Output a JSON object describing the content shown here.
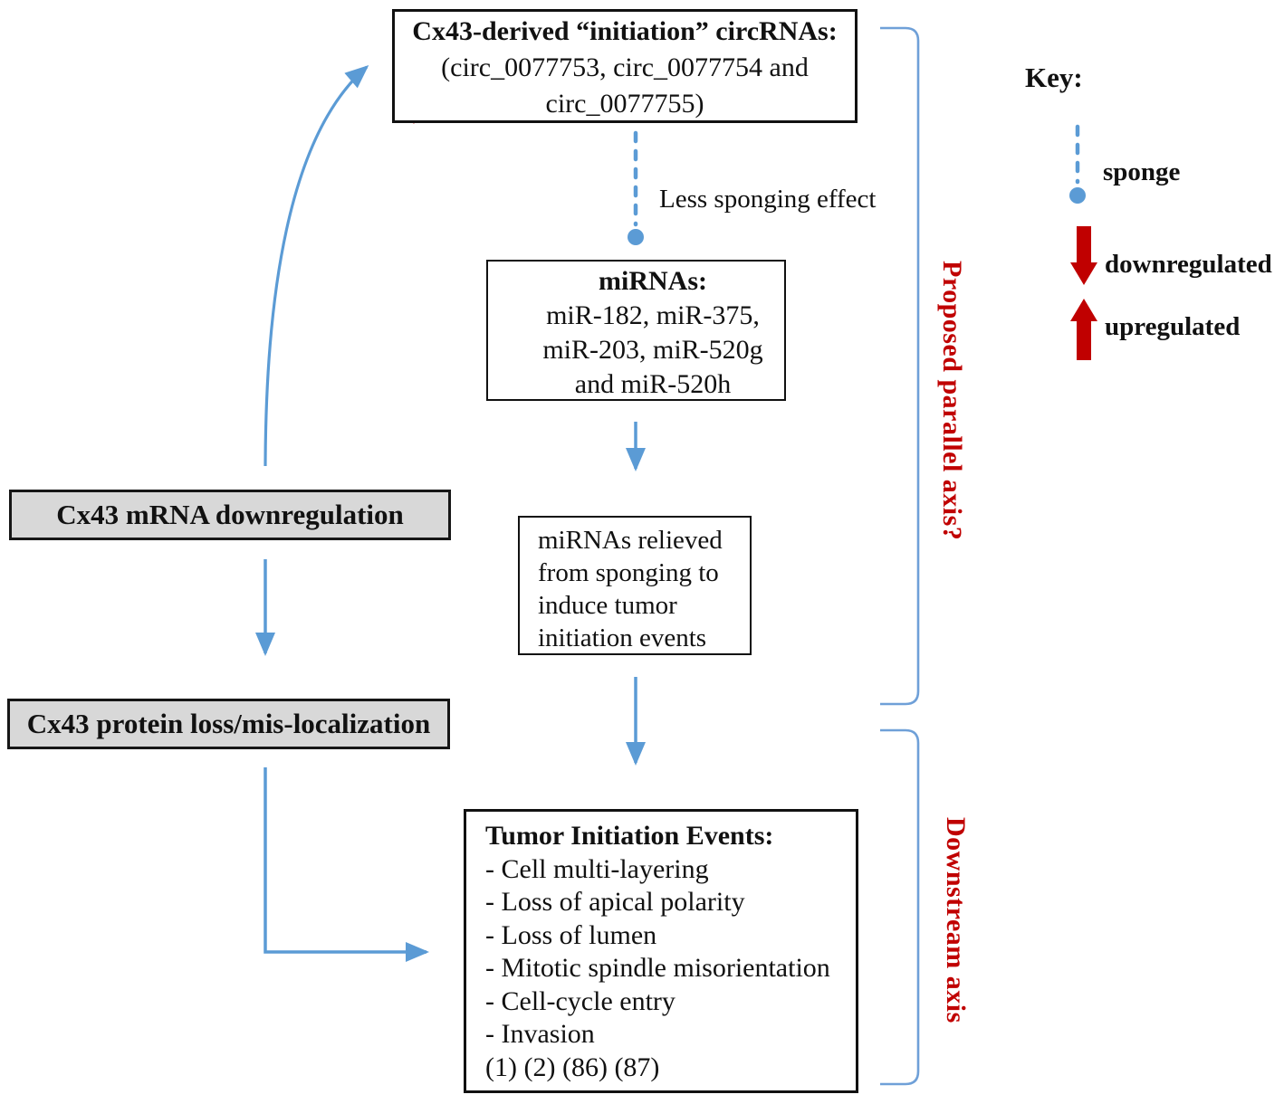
{
  "colors": {
    "arrow_blue": "#5B9BD5",
    "bracket_blue": "#6FA0D8",
    "regulation_red": "#C00000",
    "axis_label_red": "#C00000",
    "gray_box_fill": "#D8D8D8"
  },
  "icons": {
    "downregulated_arrow": "red-down-block-arrow",
    "upregulated_arrow": "red-up-block-arrow",
    "sponge_connector": "blue-dashed-line-with-dot",
    "flow_arrow": "blue-line-arrow",
    "axis_bracket": "blue-square-bracket"
  },
  "boxes": {
    "circrna": {
      "title": "Cx43-derived “initiation” circRNAs:",
      "line1": "(circ_0077753, circ_0077754 and",
      "line2": "circ_0077755)"
    },
    "mirnas": {
      "title": "miRNAs:",
      "line1": "miR-182, miR-375,",
      "line2": "miR-203, miR-520g",
      "line3": "and miR-520h"
    },
    "relieved": {
      "line1": "miRNAs relieved",
      "line2": "from sponging to",
      "line3": "induce tumor",
      "line4": "initiation events"
    },
    "tumor": {
      "title": "Tumor Initiation Events:",
      "items": [
        "- Cell multi-layering",
        "- Loss of apical polarity",
        "- Loss of lumen",
        "- Mitotic spindle misorientation",
        "- Cell-cycle entry",
        "- Invasion"
      ],
      "refs": "(1) (2) (86) (87)"
    },
    "mrna": {
      "label": "Cx43 mRNA downregulation"
    },
    "protein": {
      "label": "Cx43 protein loss/mis-localization"
    }
  },
  "labels": {
    "less_sponging": "Less sponging effect",
    "parallel_axis": "Proposed parallel axis?",
    "downstream_axis": "Downstream axis"
  },
  "key": {
    "title": "Key:",
    "sponge": "sponge",
    "downregulated": "downregulated",
    "upregulated": "upregulated"
  }
}
